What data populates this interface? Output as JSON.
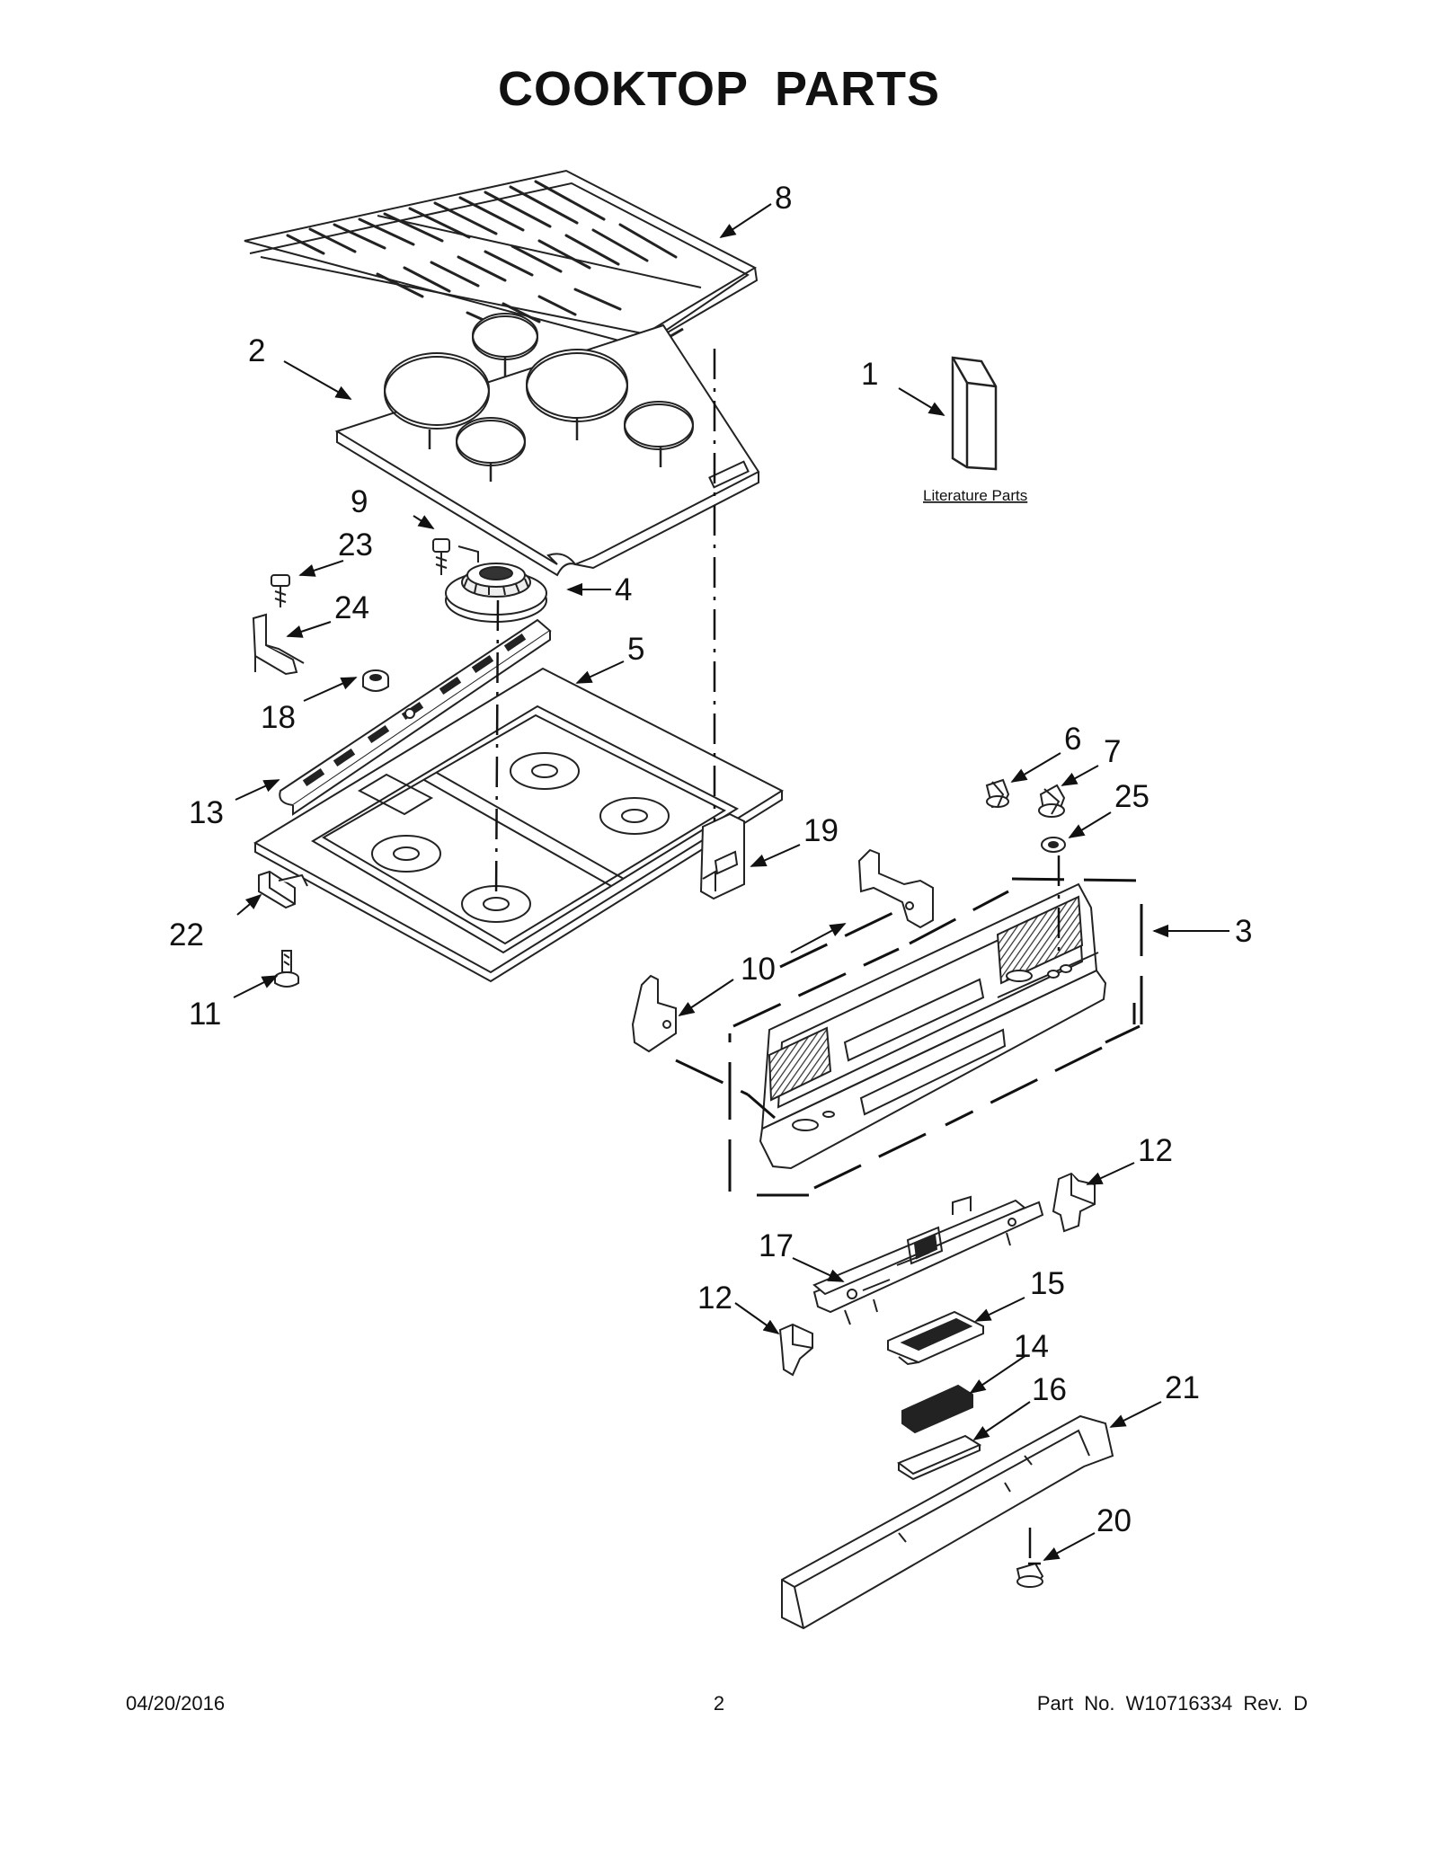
{
  "title": "COOKTOP PARTS",
  "literature_label": "Literature Parts",
  "callouts": {
    "c1": "1",
    "c2": "2",
    "c3": "3",
    "c4": "4",
    "c5": "5",
    "c6": "6",
    "c7": "7",
    "c8": "8",
    "c9": "9",
    "c10": "10",
    "c11": "11",
    "c12a": "12",
    "c12b": "12",
    "c13": "13",
    "c14": "14",
    "c15": "15",
    "c16": "16",
    "c17": "17",
    "c18": "18",
    "c19": "19",
    "c20": "20",
    "c21": "21",
    "c22": "22",
    "c23": "23",
    "c24": "24",
    "c25": "25"
  },
  "footer": {
    "date": "04/20/2016",
    "page": "2",
    "part_no": "Part No.  W10716334  Rev.  D"
  }
}
